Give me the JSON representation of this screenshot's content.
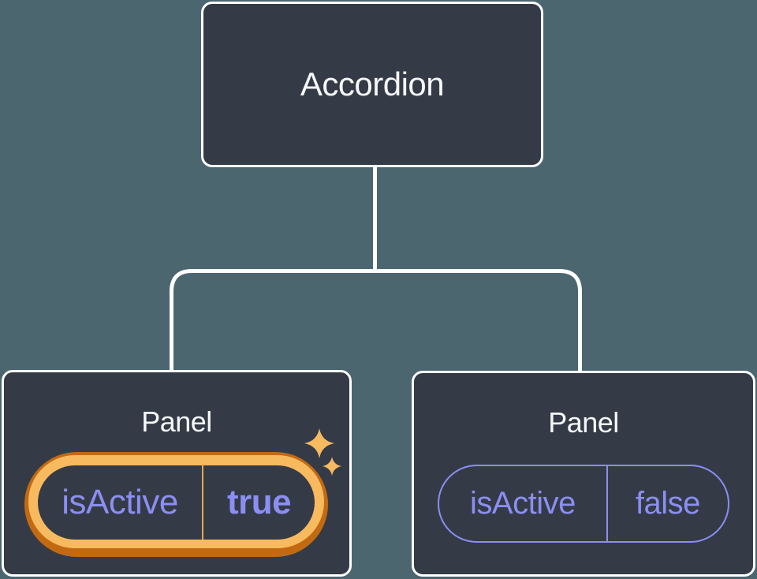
{
  "background_color": "#4C6670",
  "tree": {
    "root": {
      "label": "Accordion"
    },
    "panels": [
      {
        "title": "Panel",
        "prop_name": "isActive",
        "prop_value": "true",
        "state": "active",
        "highlighted": true
      },
      {
        "title": "Panel",
        "prop_name": "isActive",
        "prop_value": "false",
        "state": "inactive",
        "highlighted": false
      }
    ]
  },
  "icons": {
    "sparkles": "sparkle-icon"
  },
  "colors": {
    "node_fill": "#343B47",
    "node_border": "#FFFFFF",
    "connector_line": "#FFFFFF",
    "title_text": "#F6F7F9",
    "prop_text_purple": "#8B8EF2",
    "highlight_ring_outer_orange": "#C26A12",
    "highlight_ring_inner_orange": "#F8BA5F",
    "highlight_divider_orange": "#EFA64F",
    "sparkle_orange": "#F7BA61"
  }
}
